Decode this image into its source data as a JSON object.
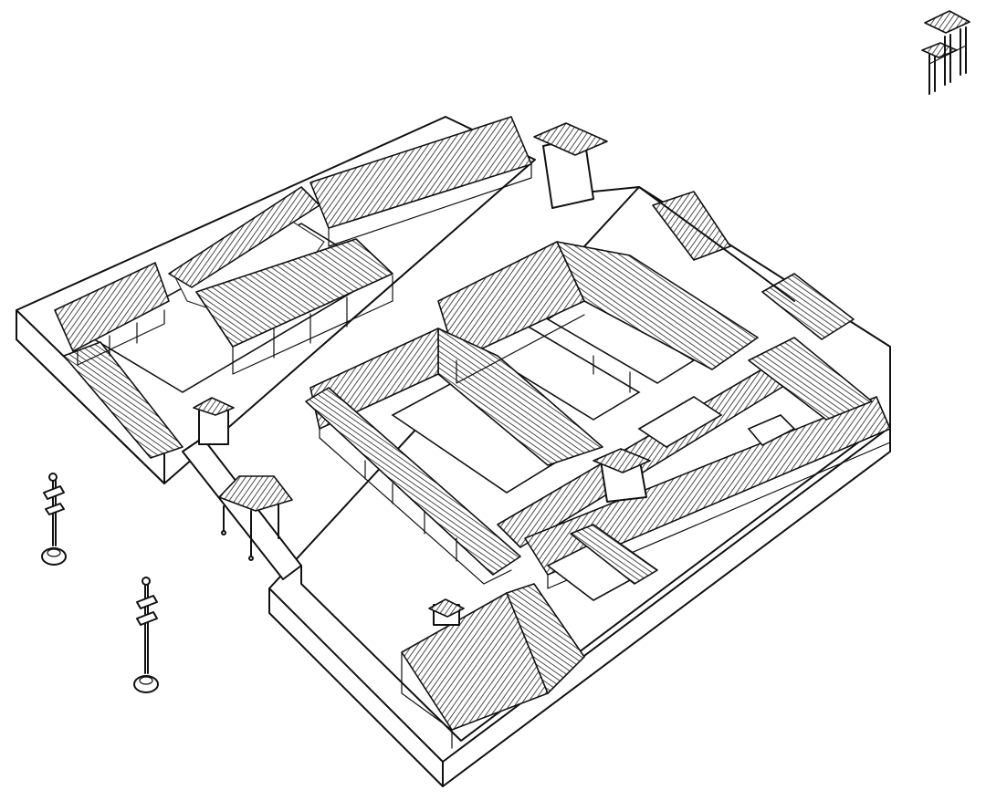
{
  "drawing": {
    "subject": "",
    "ink_color": "#111111",
    "paper_color": "#ffffff",
    "parts": {
      "perimeter_wall": "perimeter-wall",
      "main_courtyard_complex": "main-courtyard-complex",
      "garden_courtyard": "garden-courtyard",
      "rear_courtyards": "rear-courtyards",
      "memorial_archway": "memorial-archway",
      "flagpoles": [
        "flagpole-left",
        "flagpole-lower"
      ],
      "entrance_pavilion": "entrance-pavilion",
      "front_gate_tower": "gate-tower"
    }
  }
}
